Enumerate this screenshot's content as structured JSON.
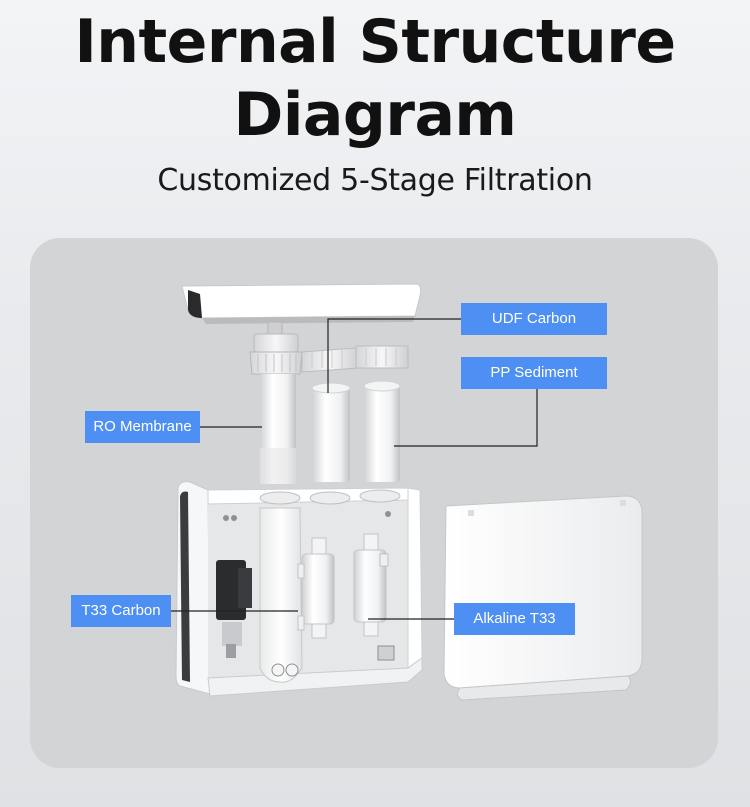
{
  "header": {
    "title_line1": "Internal Structure",
    "title_line2": "Diagram",
    "subtitle": "Customized 5-Stage Filtration"
  },
  "labels": {
    "udf_carbon": "UDF Carbon",
    "pp_sediment": "PP Sediment",
    "ro_membrane": "RO Membrane",
    "t33_carbon": "T33 Carbon",
    "alkaline_t33": "Alkaline  T33"
  },
  "colors": {
    "label_bg": "#4d8ff2",
    "panel_bg": "#d3d4d6",
    "title_text": "#111111"
  }
}
